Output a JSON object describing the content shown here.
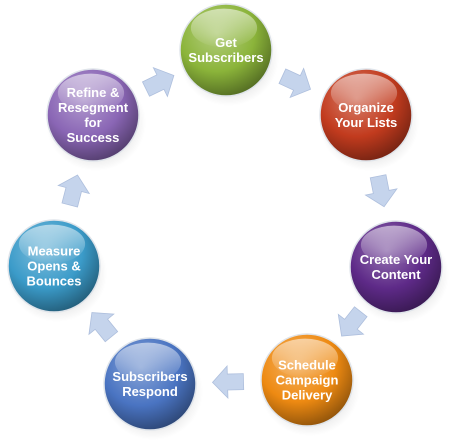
{
  "diagram": {
    "title": "",
    "nodes": [
      {
        "id": "get-subscribers",
        "lines": [
          "Get",
          "Subscribers"
        ],
        "color": "#8bb43a"
      },
      {
        "id": "organize-lists",
        "lines": [
          "Organize",
          "Your Lists"
        ],
        "color": "#c23b1e"
      },
      {
        "id": "create-content",
        "lines": [
          "Create Your",
          "Content"
        ],
        "color": "#5e2a88"
      },
      {
        "id": "schedule-delivery",
        "lines": [
          "Schedule",
          "Campaign",
          "Delivery"
        ],
        "color": "#ee8a12"
      },
      {
        "id": "subscribers-respond",
        "lines": [
          "Subscribers",
          "Respond"
        ],
        "color": "#4a74c2"
      },
      {
        "id": "measure-opens",
        "lines": [
          "Measure",
          "Opens &",
          "Bounces"
        ],
        "color": "#3b9bc9"
      },
      {
        "id": "refine-resegment",
        "lines": [
          "Refine &",
          "Resegment",
          "for",
          "Success"
        ],
        "color": "#8a66b5"
      }
    ],
    "arrow_color": "#c5d4ec",
    "flow": "clockwise"
  }
}
